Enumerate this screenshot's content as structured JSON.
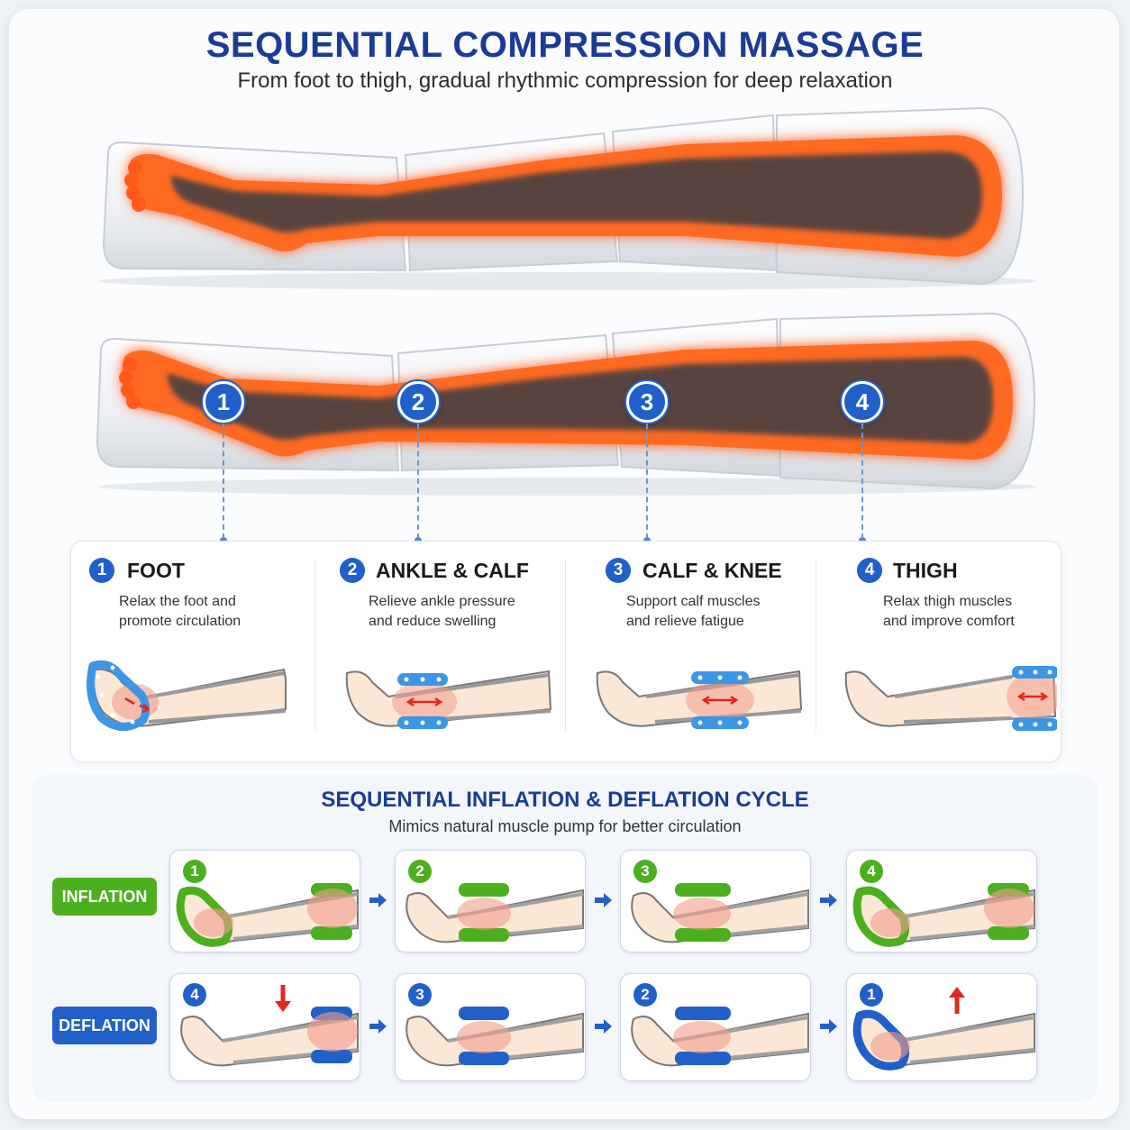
{
  "header": {
    "title": "SEQUENTIAL COMPRESSION MASSAGE",
    "subtitle": "From foot to thigh, gradual rhythmic compression for deep relaxation"
  },
  "zones": [
    {
      "number": "1",
      "name": "FOOT",
      "desc_line1": "Relax the foot and",
      "desc_line2": "promote circulation"
    },
    {
      "number": "2",
      "name": "ANKLE & CALF",
      "desc_line1": "Relieve ankle pressure",
      "desc_line2": "and reduce swelling"
    },
    {
      "number": "3",
      "name": "CALF & KNEE",
      "desc_line1": "Support calf muscles",
      "desc_line2": "and relieve fatigue"
    },
    {
      "number": "4",
      "name": "THIGH",
      "desc_line1": "Relax thigh muscles",
      "desc_line2": "and improve comfort"
    }
  ],
  "cycle": {
    "title": "SEQUENTIAL INFLATION & DEFLATION CYCLE",
    "subtitle": "Mimics natural muscle pump for better circulation",
    "inflation_label": "INFLATION",
    "deflation_label": "DEFLATION",
    "inflation_steps": [
      "1",
      "2",
      "3",
      "4"
    ],
    "deflation_steps": [
      "4",
      "3",
      "2",
      "1"
    ]
  },
  "colors": {
    "brand_blue": "#1a3c94",
    "badge_blue": "#2160c9",
    "inflation_green": "#4caf1f",
    "deflation_blue": "#2160c9",
    "heat_orange": "#ff5a1a",
    "arrow_red": "#e0281f"
  }
}
